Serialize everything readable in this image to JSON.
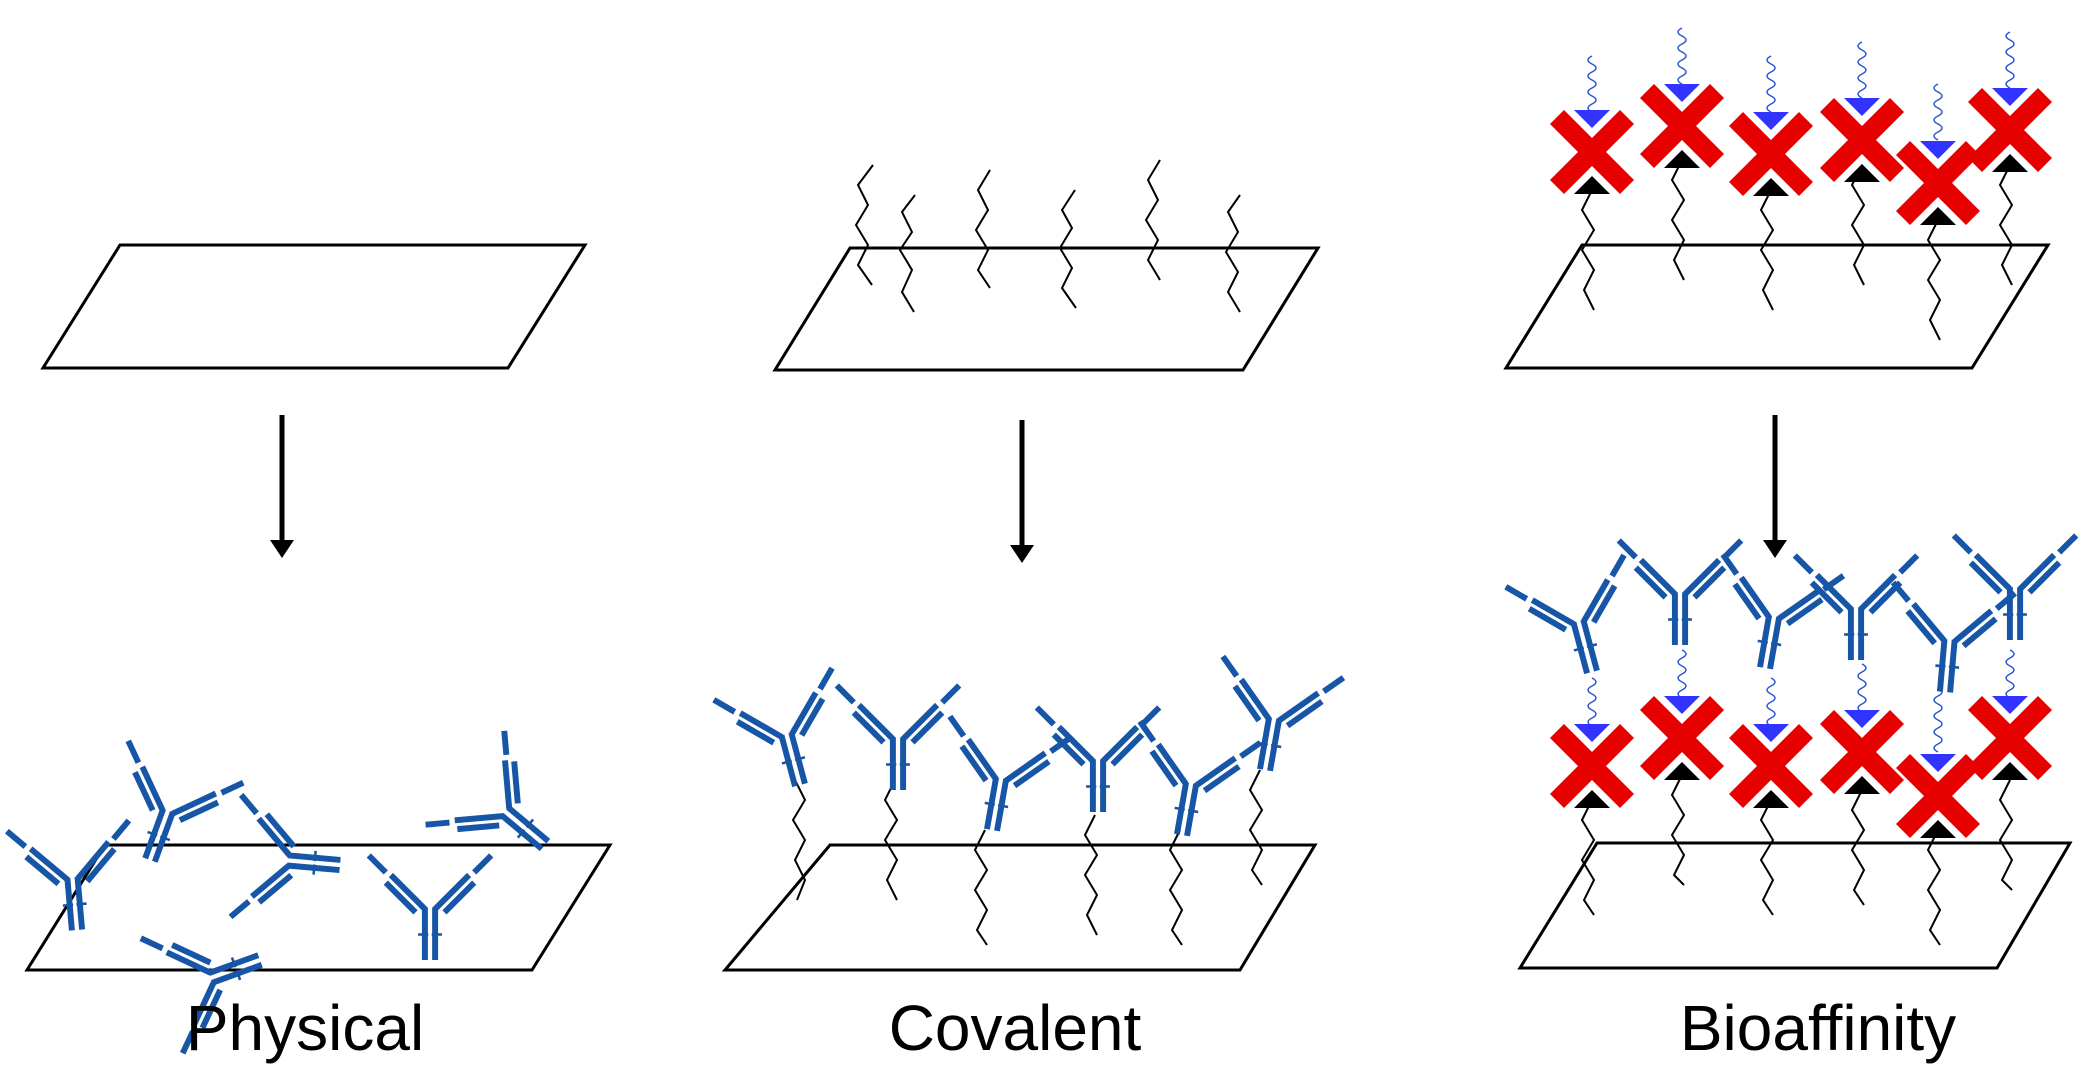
{
  "panels": [
    {
      "id": "physical",
      "label": "Physical"
    },
    {
      "id": "covalent",
      "label": "Covalent"
    },
    {
      "id": "bioaffinity",
      "label": "Bioaffinity"
    }
  ],
  "colors": {
    "antibody": "#1756a6",
    "linker": "#000000",
    "spacer": "#2b55d8",
    "tag_cross": "#e60000",
    "tag_top": "#3333ff",
    "tag_bottom": "#000000",
    "surface": "#000000"
  },
  "icons": [
    "antibody-icon",
    "cross-tag-icon",
    "down-arrow-icon",
    "surface-slide-icon"
  ]
}
